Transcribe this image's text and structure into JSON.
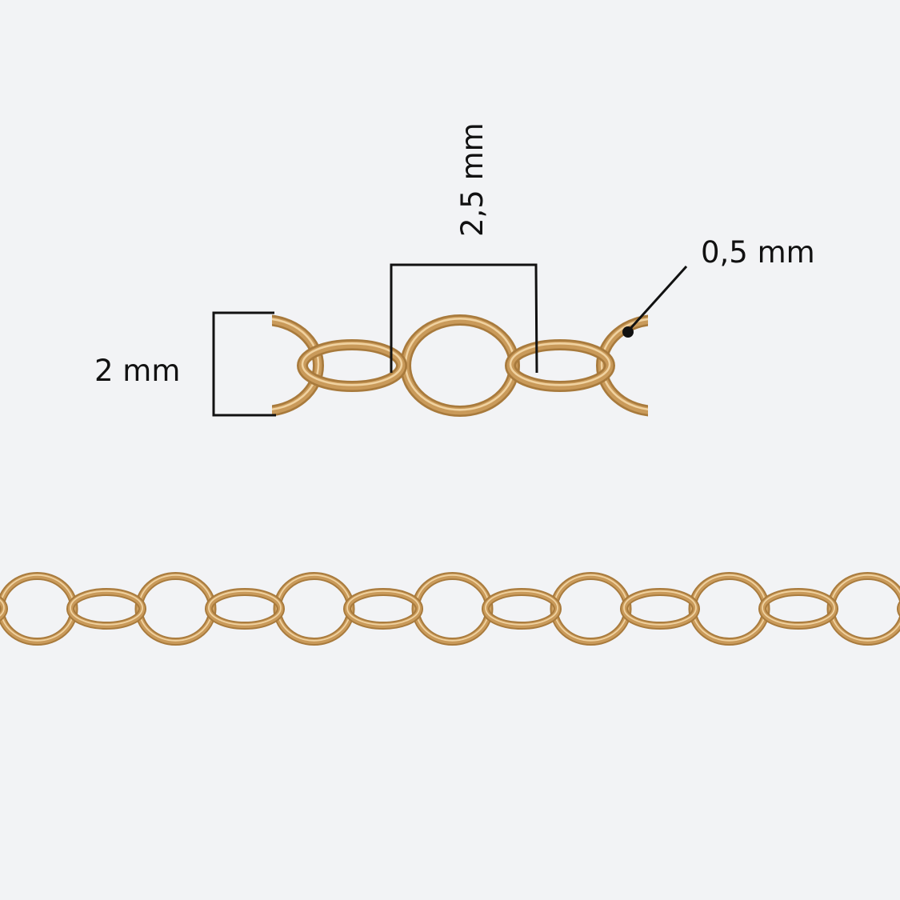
{
  "dimensions": {
    "height_label": "2 mm",
    "length_label": "2,5 mm",
    "thickness_label": "0,5 mm"
  },
  "colors": {
    "background": "#f2f3f5",
    "gold_outer": "#a87a3c",
    "gold_mid": "#c99a5a",
    "gold_highlight": "#f0d2a0",
    "annotation_line": "#111111"
  }
}
